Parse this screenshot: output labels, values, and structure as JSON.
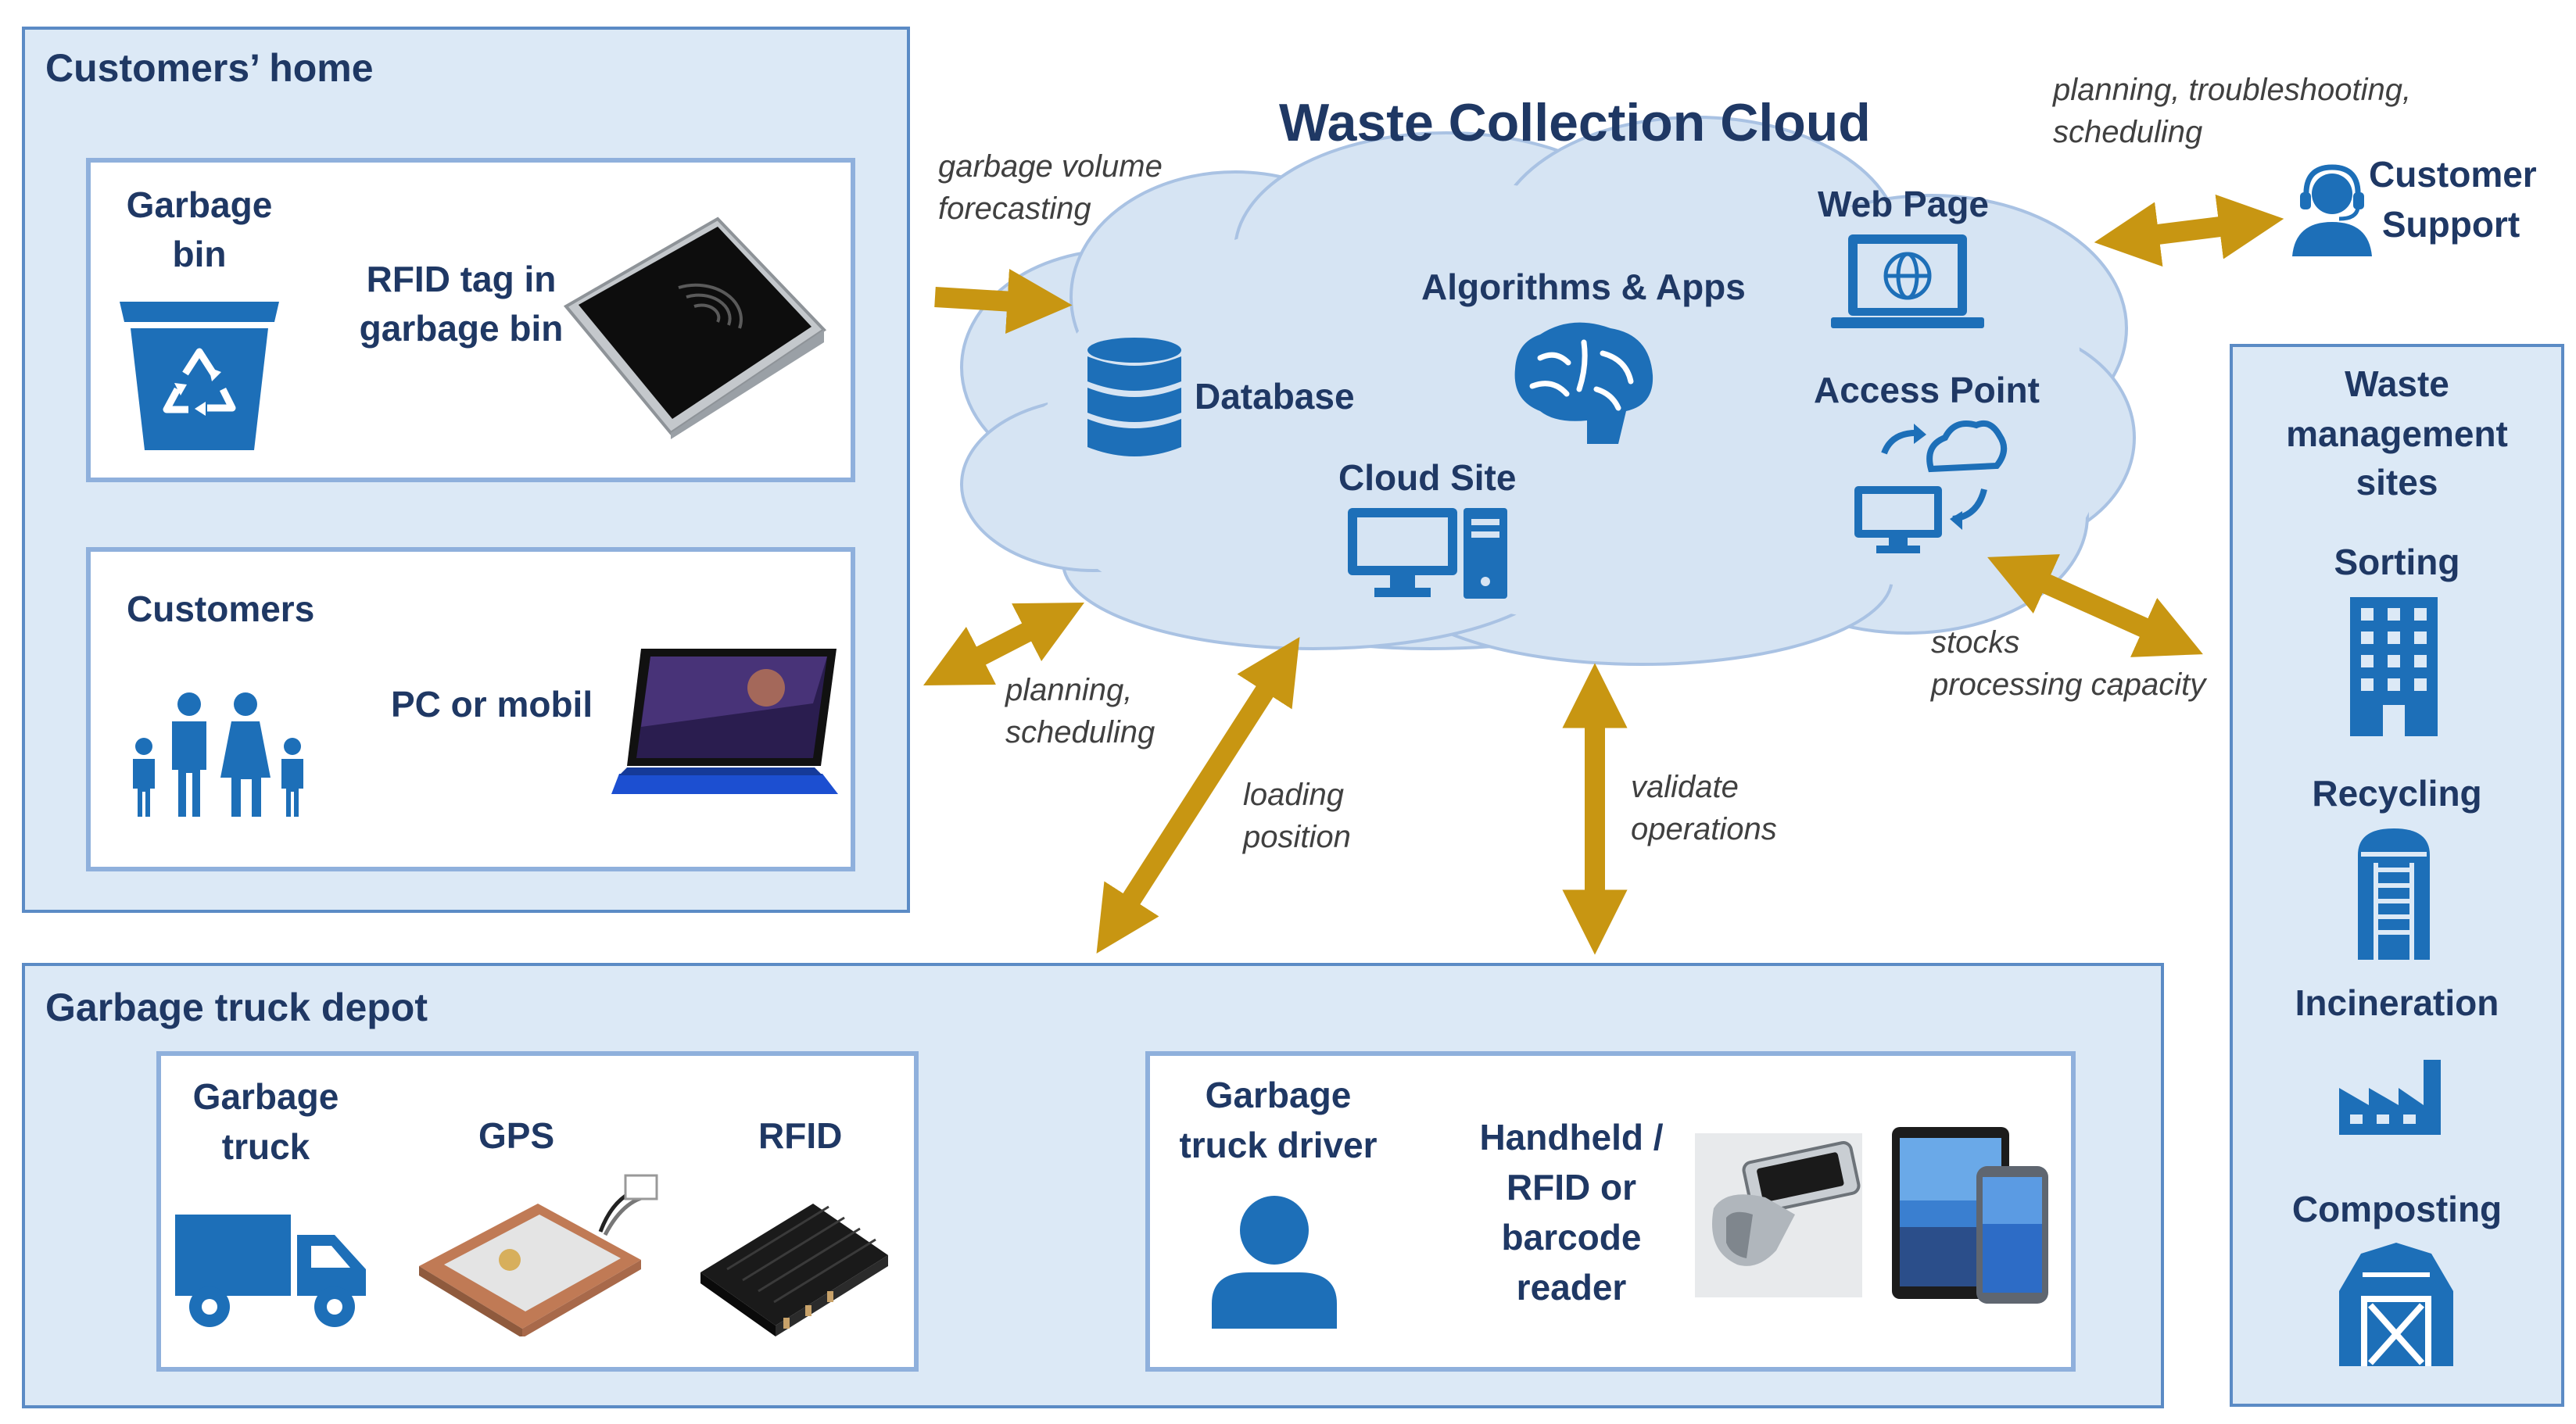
{
  "colors": {
    "navy_text": "#1f3864",
    "icon_blue": "#1d6fb8",
    "panel_fill": "#dce9f6",
    "panel_border": "#5b8bc5",
    "card_border": "#8fb0dc",
    "cloud_fill": "#d6e4f3",
    "arrow_gold": "#c89612"
  },
  "customers_home": {
    "title": "Customers’ home",
    "bin_card": {
      "bin_label_1": "Garbage",
      "bin_label_2": "bin",
      "rfid_label_1": "RFID tag in",
      "rfid_label_2": "garbage bin",
      "icon": "recycle-bin-icon"
    },
    "customers_card": {
      "title": "Customers",
      "device_label": "PC or mobil",
      "icon": "family-icon"
    }
  },
  "cloud": {
    "title": "Waste Collection Cloud",
    "database": "Database",
    "algorithms": "Algorithms & Apps",
    "cloud_site": "Cloud Site",
    "web_page": "Web Page",
    "access_point": "Access Point"
  },
  "arrows": {
    "forecast_1": "garbage volume",
    "forecast_2": "forecasting",
    "planning_1": "planning,",
    "planning_2": "scheduling",
    "loading_1": "loading",
    "loading_2": "position",
    "validate_1": "validate",
    "validate_2": "operations",
    "stocks_1": "stocks",
    "stocks_2": "processing capacity",
    "support_1": "planning, troubleshooting,",
    "support_2": "scheduling"
  },
  "customer_support": {
    "line_1": "Customer",
    "line_2": "Support",
    "icon": "headset-agent-icon"
  },
  "waste_sites": {
    "title_1": "Waste",
    "title_2": "management",
    "title_3": "sites",
    "sorting": "Sorting",
    "recycling": "Recycling",
    "incineration": "Incineration",
    "composting": "Composting"
  },
  "depot": {
    "title": "Garbage truck depot",
    "truck_card": {
      "truck_1": "Garbage",
      "truck_2": "truck",
      "gps": "GPS",
      "rfid": "RFID"
    },
    "driver_card": {
      "driver_1": "Garbage",
      "driver_2": "truck driver",
      "reader_1": "Handheld /",
      "reader_2": "RFID or",
      "reader_3": "barcode",
      "reader_4": "reader"
    }
  }
}
